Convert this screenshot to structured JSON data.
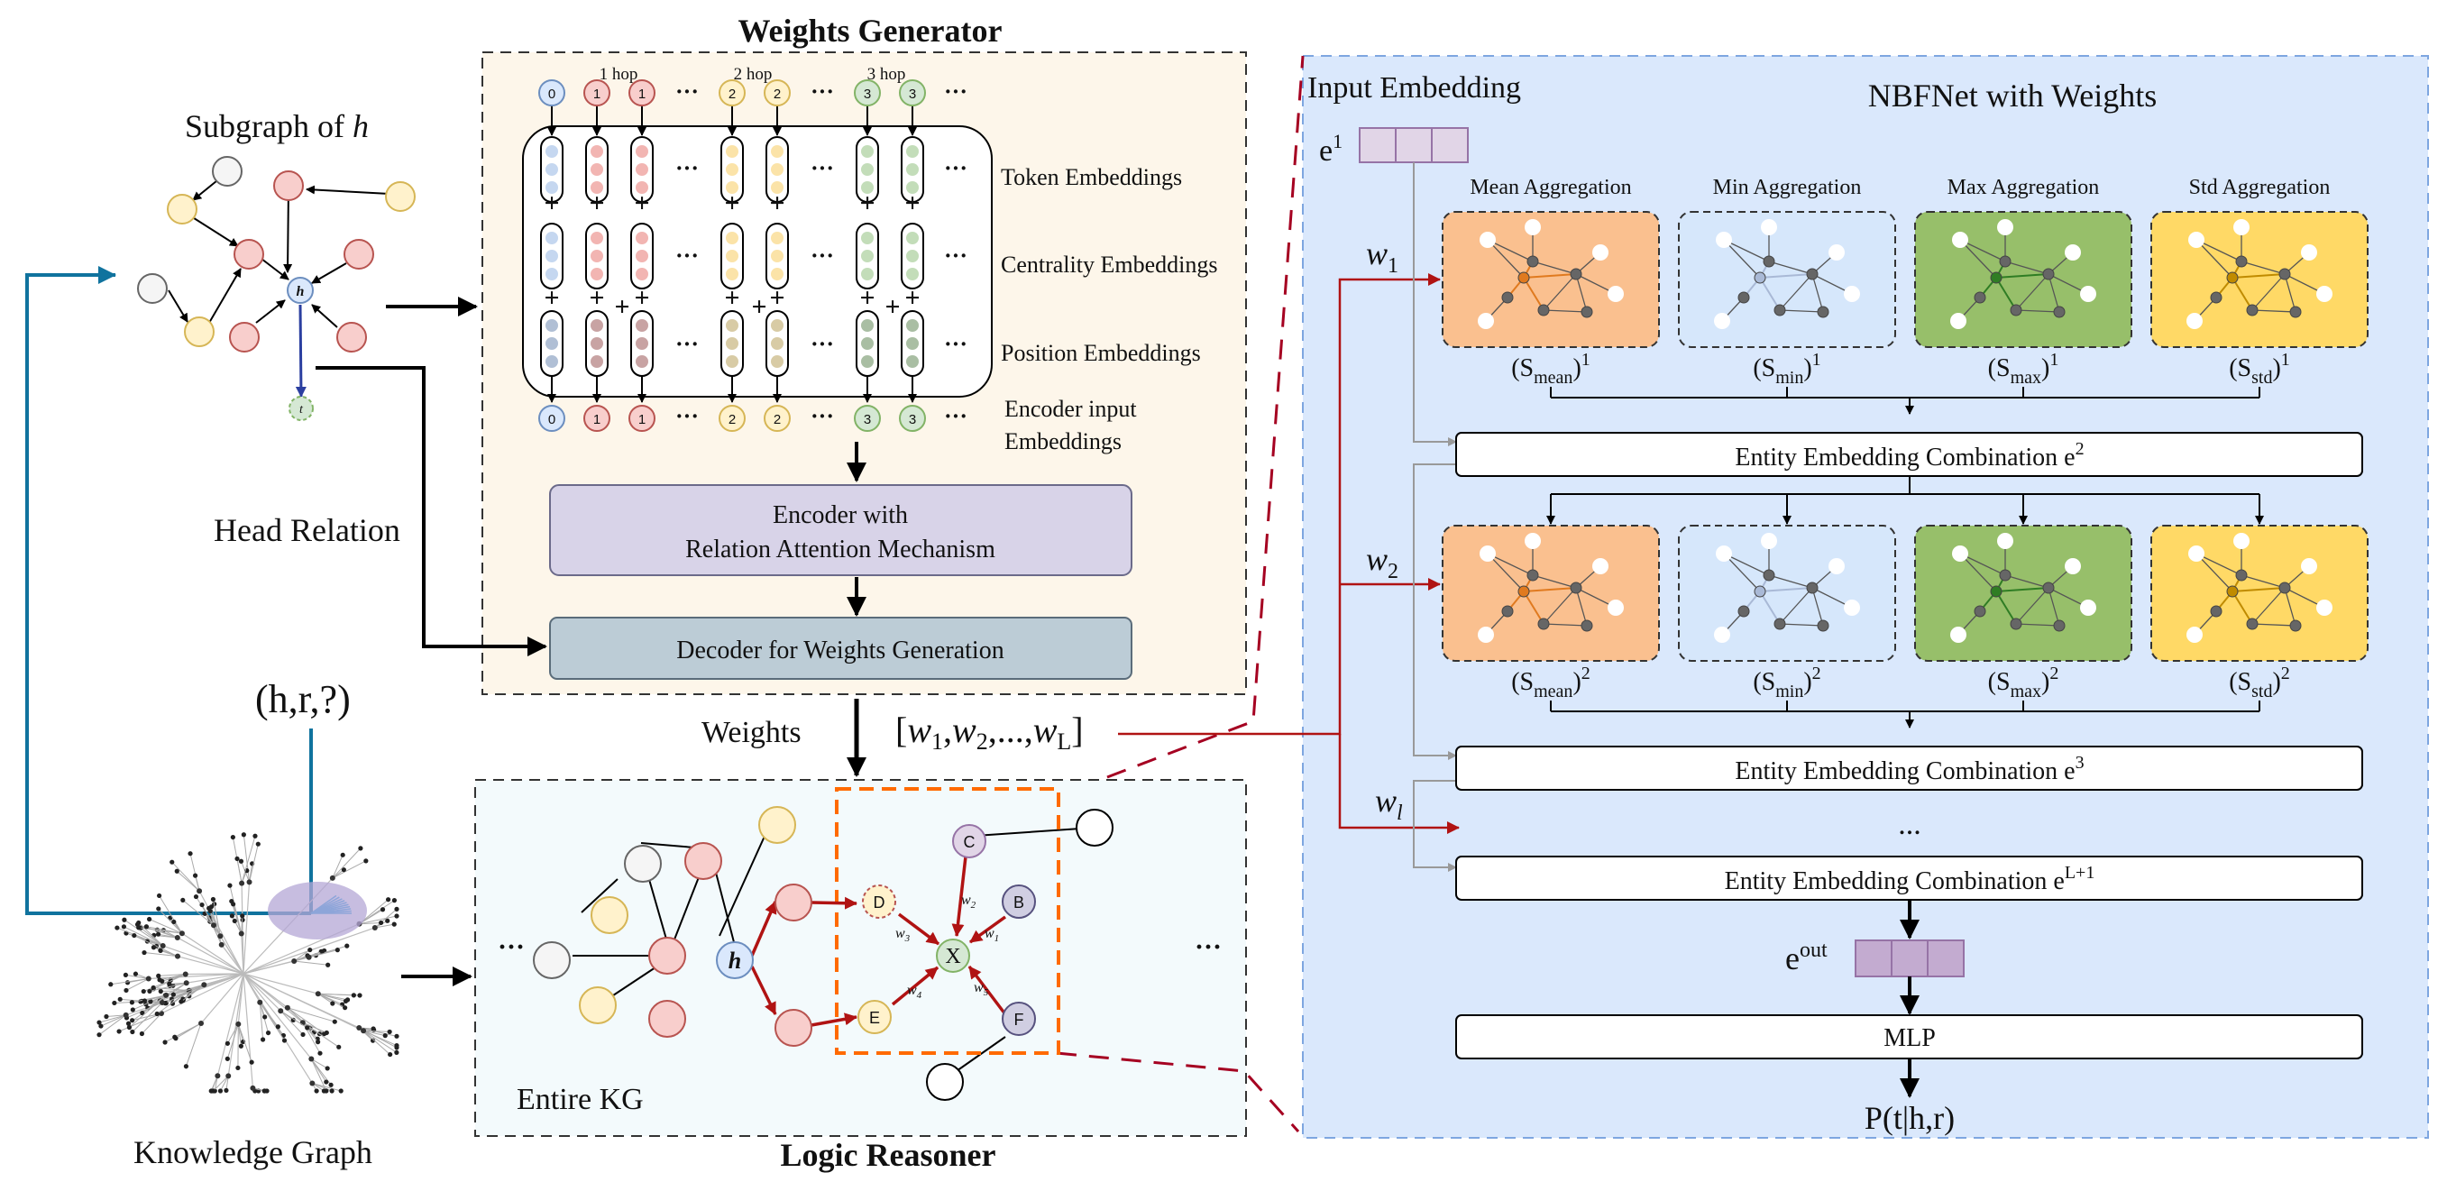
{
  "left": {
    "subgraph_title": "Subgraph of ",
    "subgraph_title_italic": "h",
    "head_relation": "Head Relation",
    "query": "(h,r,?)",
    "kg_label": "Knowledge Graph",
    "h_node": "h",
    "t_node": "t"
  },
  "weights_generator": {
    "title": "Weights Generator",
    "hops": [
      "1 hop",
      "2 hop",
      "3 hop"
    ],
    "token_labels": [
      "0",
      "1",
      "1",
      "2",
      "2",
      "3",
      "3"
    ],
    "row_labels": {
      "token": "Token Embeddings",
      "centrality": "Centrality Embeddings",
      "position": "Position Embeddings",
      "encoder_input_1": "Encoder input",
      "encoder_input_2": "Embeddings"
    },
    "ellipsis": "···",
    "encoder_line1": "Encoder with",
    "encoder_line2": "Relation Attention Mechanism",
    "decoder": "Decoder for Weights Generation",
    "plus": "+"
  },
  "weights": {
    "label": "Weights",
    "vector_open": "[",
    "w": "w",
    "sub1": "1",
    "sub2": "2",
    "subL": "L",
    "comma_dots": ",...,",
    "comma": ",",
    "vector_close": "]"
  },
  "logic_reasoner": {
    "title": "Logic Reasoner",
    "entire_kg": "Entire KG",
    "dots": "···",
    "nodes": [
      "C",
      "B",
      "D",
      "X",
      "E",
      "F",
      "h"
    ],
    "edge_weights": [
      "w",
      "w",
      "w",
      "w",
      "w"
    ],
    "edge_subs": [
      "2",
      "1",
      "3",
      "4",
      "5"
    ]
  },
  "nbfnet": {
    "title": "NBFNet with Weights",
    "input_embedding": "Input Embedding",
    "e1": "e",
    "e1_sup": "1",
    "aggregations": [
      "Mean Aggregation",
      "Min Aggregation",
      "Max Aggregation",
      "Std Aggregation"
    ],
    "s_labels": [
      "mean",
      "min",
      "max",
      "std"
    ],
    "S": "(S",
    "close": ")",
    "sup1": "1",
    "sup2": "2",
    "w1": "w",
    "w1_sub": "1",
    "w2_sub": "2",
    "wl_sub": "l",
    "combination": "Entity Embedding Combination",
    "e2_sup": "2",
    "e3_sup": "3",
    "eL1_sup": "L+1",
    "vdots": "...",
    "eout": "e",
    "eout_sup": "out",
    "mlp": "MLP",
    "output": "P(t|h,r)"
  },
  "colors": {
    "mean_fill": "#FAC08F",
    "min_fill": "#D6E7FB",
    "max_fill": "#97BF6A",
    "std_fill": "#FFD966",
    "nbf_bg": "#DAE8FC",
    "wg_bg": "#FDF6EA",
    "lr_bg": "#F3FAFC",
    "encoder_fill": "#D8D3E8",
    "decoder_fill": "#BCCCD6",
    "red_arrow": "#B01313",
    "blue_line": "#10739E"
  }
}
